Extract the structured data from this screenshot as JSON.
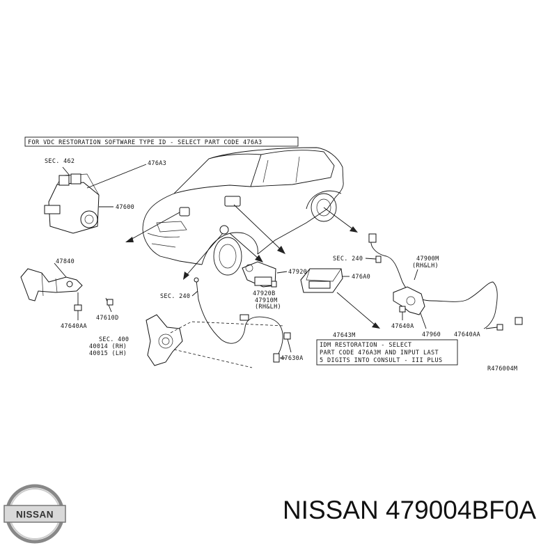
{
  "notes": {
    "vdc": "FOR VDC RESTORATION SOFTWARE TYPE ID - SELECT PART CODE 476A3",
    "idm_line1": "IDM RESTORATION - SELECT",
    "idm_line2": "PART CODE 476A3M AND INPUT LAST",
    "idm_line3": "5 DIGITS INTO CONSULT - III PLUS"
  },
  "labels": {
    "sec462": "SEC. 462",
    "p476a3": "476A3",
    "p47600": "47600",
    "p47840": "47840",
    "p47610d": "47610D",
    "p47640aa_left": "47640AA",
    "sec240_left": "SEC. 240",
    "p47920": "47920",
    "p47920b": "47920B",
    "p47910m": "47910M",
    "p47910m_side": "(RH&LH)",
    "sec400": "SEC. 400",
    "p40014": "40014 (RH)",
    "p40015": "40015 (LH)",
    "p47630a": "47630A",
    "p476a0": "476A0",
    "sec240_right": "SEC. 240",
    "p47900m": "47900M",
    "p47900m_side": "(RH&LH)",
    "p47640a": "47640A",
    "p47960": "47960",
    "p47640aa_right": "47640AA",
    "p47643m": "47643M",
    "ref": "R476004M"
  },
  "brand": {
    "logo_text": "NISSAN",
    "title": "NISSAN 479004BF0A"
  },
  "icons": {
    "logo": "nissan-logo-icon"
  }
}
